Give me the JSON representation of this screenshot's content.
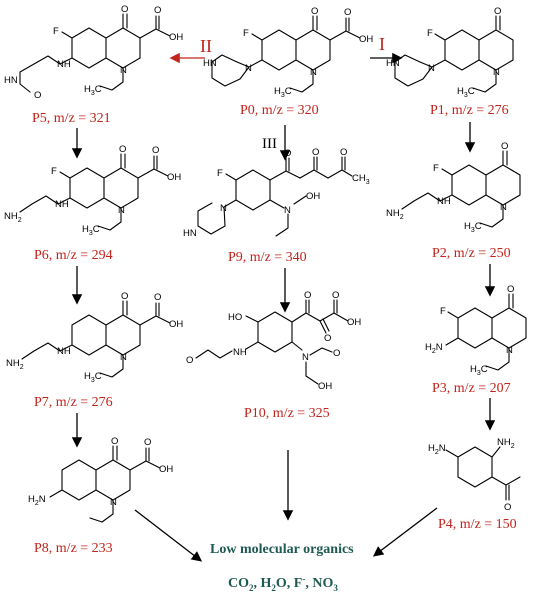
{
  "routes": {
    "r1": "I",
    "r2": "II",
    "r3": "III"
  },
  "compounds": {
    "p0": "P0, m/z = 320",
    "p1": "P1, m/z = 276",
    "p2": "P2, m/z = 250",
    "p3": "P3, m/z = 207",
    "p4": "P4, m/z = 150",
    "p5": "P5, m/z = 321",
    "p6": "P6, m/z = 294",
    "p7": "P7, m/z = 276",
    "p8": "P8, m/z = 233",
    "p9": "P9, m/z = 340",
    "p10": "P10, m/z = 325"
  },
  "final": {
    "line1": "Low molecular organics",
    "line2_prefix": "CO",
    "line2_sub1": "2",
    "line2_mid1": ", H",
    "line2_sub2": "2",
    "line2_mid2": "O, F",
    "line2_sup": "-",
    "line2_mid3": ", NO",
    "line2_sub3": "3"
  },
  "atoms": {
    "F": "F",
    "O": "O",
    "OH": "OH",
    "N": "N",
    "HN": "HN",
    "NH": "NH",
    "NH2": "NH",
    "H2N": "H",
    "H3C": "H",
    "CH3": "CH",
    "HO": "HO",
    "two": "2",
    "three": "3"
  },
  "colors": {
    "route_red": "#c0241c",
    "final_green": "#1f5a52"
  }
}
